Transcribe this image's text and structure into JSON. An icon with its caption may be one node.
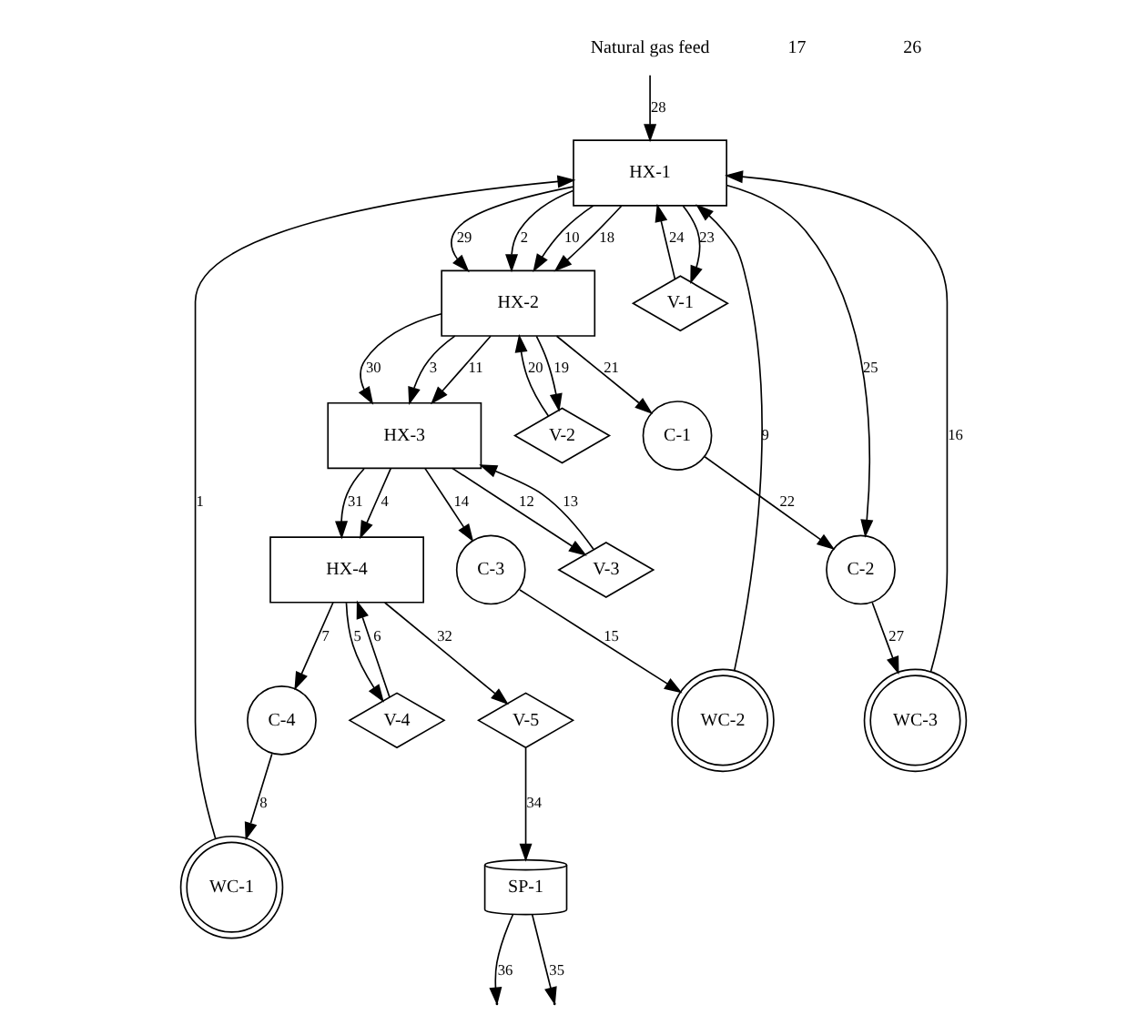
{
  "diagram": {
    "nodes": [
      {
        "text": [
          "Natural gas feed"
        ]
      },
      {
        "text": [
          "HX-1"
        ]
      },
      {
        "text": [
          "HX-2"
        ]
      },
      {
        "text": [
          "HX-3"
        ]
      },
      {
        "text": [
          "HX-4"
        ]
      },
      {
        "text": [
          "C-1"
        ]
      },
      {
        "text": [
          "C-2"
        ]
      },
      {
        "text": [
          "C-3"
        ]
      },
      {
        "text": [
          "C-4"
        ]
      },
      {
        "text": [
          "WC-1"
        ]
      },
      {
        "text": [
          "WC-2"
        ]
      },
      {
        "text": [
          "WC-3"
        ]
      },
      {
        "text": [
          "V-1"
        ]
      },
      {
        "text": [
          "V-2"
        ]
      },
      {
        "text": [
          "V-3"
        ]
      },
      {
        "text": [
          "V-4"
        ]
      },
      {
        "text": [
          "V-5"
        ]
      },
      {
        "text": [
          "SP-1"
        ]
      }
    ],
    "edges": [
      {
        "from": 0,
        "to": 1,
        "arrow": "to",
        "label": "28"
      },
      {
        "from": 1,
        "to": 2,
        "arrow": "to",
        "label": "29"
      },
      {
        "from": 2,
        "to": 3,
        "arrow": "to",
        "label": "30"
      },
      {
        "from": 3,
        "to": 4,
        "arrow": "to",
        "label": "31"
      },
      {
        "from": 4,
        "to": 16,
        "arrow": "to",
        "label": "32"
      },
      {
        "from": 16,
        "to": 17,
        "arrow": "to",
        "label": "34"
      },
      {
        "from": 17,
        "to": null,
        "arrow": "to",
        "label": "36"
      },
      {
        "from": 17,
        "to": null,
        "arrow": "to",
        "label": "35"
      },
      {
        "from": 8,
        "to": 9,
        "arrow": "to",
        "label": "8"
      },
      {
        "from": 9,
        "to": 1,
        "arrow": "to",
        "label": "1"
      },
      {
        "from": 1,
        "to": 2,
        "arrow": "to",
        "label": "2"
      },
      {
        "from": 2,
        "to": 3,
        "arrow": "to",
        "label": "3"
      },
      {
        "from": 3,
        "to": 4,
        "arrow": "to",
        "label": "4"
      },
      {
        "from": 4,
        "to": 15,
        "arrow": "to",
        "label": "5"
      },
      {
        "from": 15,
        "to": 4,
        "arrow": "to",
        "label": "6"
      },
      {
        "from": 4,
        "to": 8,
        "arrow": "to",
        "label": "7"
      },
      {
        "from": 7,
        "to": 10,
        "arrow": "to",
        "label": "15"
      },
      {
        "from": 10,
        "to": 1,
        "arrow": "to",
        "label": "9"
      },
      {
        "from": 1,
        "to": 2,
        "arrow": "to",
        "label": "10"
      },
      {
        "from": 2,
        "to": 3,
        "arrow": "to",
        "label": "11"
      },
      {
        "from": 3,
        "to": 14,
        "arrow": "to",
        "label": "12"
      },
      {
        "from": 14,
        "to": 3,
        "arrow": "to",
        "label": "13"
      },
      {
        "from": 3,
        "to": 7,
        "arrow": "to",
        "label": "14"
      },
      {
        "from": 6,
        "to": 11,
        "arrow": "to",
        "label": "27"
      },
      {
        "from": 11,
        "to": 1,
        "arrow": "to",
        "label": "16"
      },
      {
        "from": 1,
        "to": 2,
        "arrow": "to",
        "label": "18"
      },
      {
        "from": 1,
        "to": 12,
        "arrow": "to",
        "label": "23"
      },
      {
        "from": 12,
        "to": 1,
        "arrow": "to",
        "label": "24"
      },
      {
        "from": 1,
        "to": 6,
        "arrow": "to",
        "label": "25"
      },
      {
        "from": 2,
        "to": 13,
        "arrow": "to",
        "label": "19"
      },
      {
        "from": 13,
        "to": 2,
        "arrow": "to",
        "label": "20"
      },
      {
        "from": 2,
        "to": 5,
        "arrow": "to",
        "label": "21"
      },
      {
        "from": 5,
        "to": 6,
        "arrow": "to",
        "label": "22"
      }
    ],
    "labels": [
      "17",
      "26"
    ]
  }
}
